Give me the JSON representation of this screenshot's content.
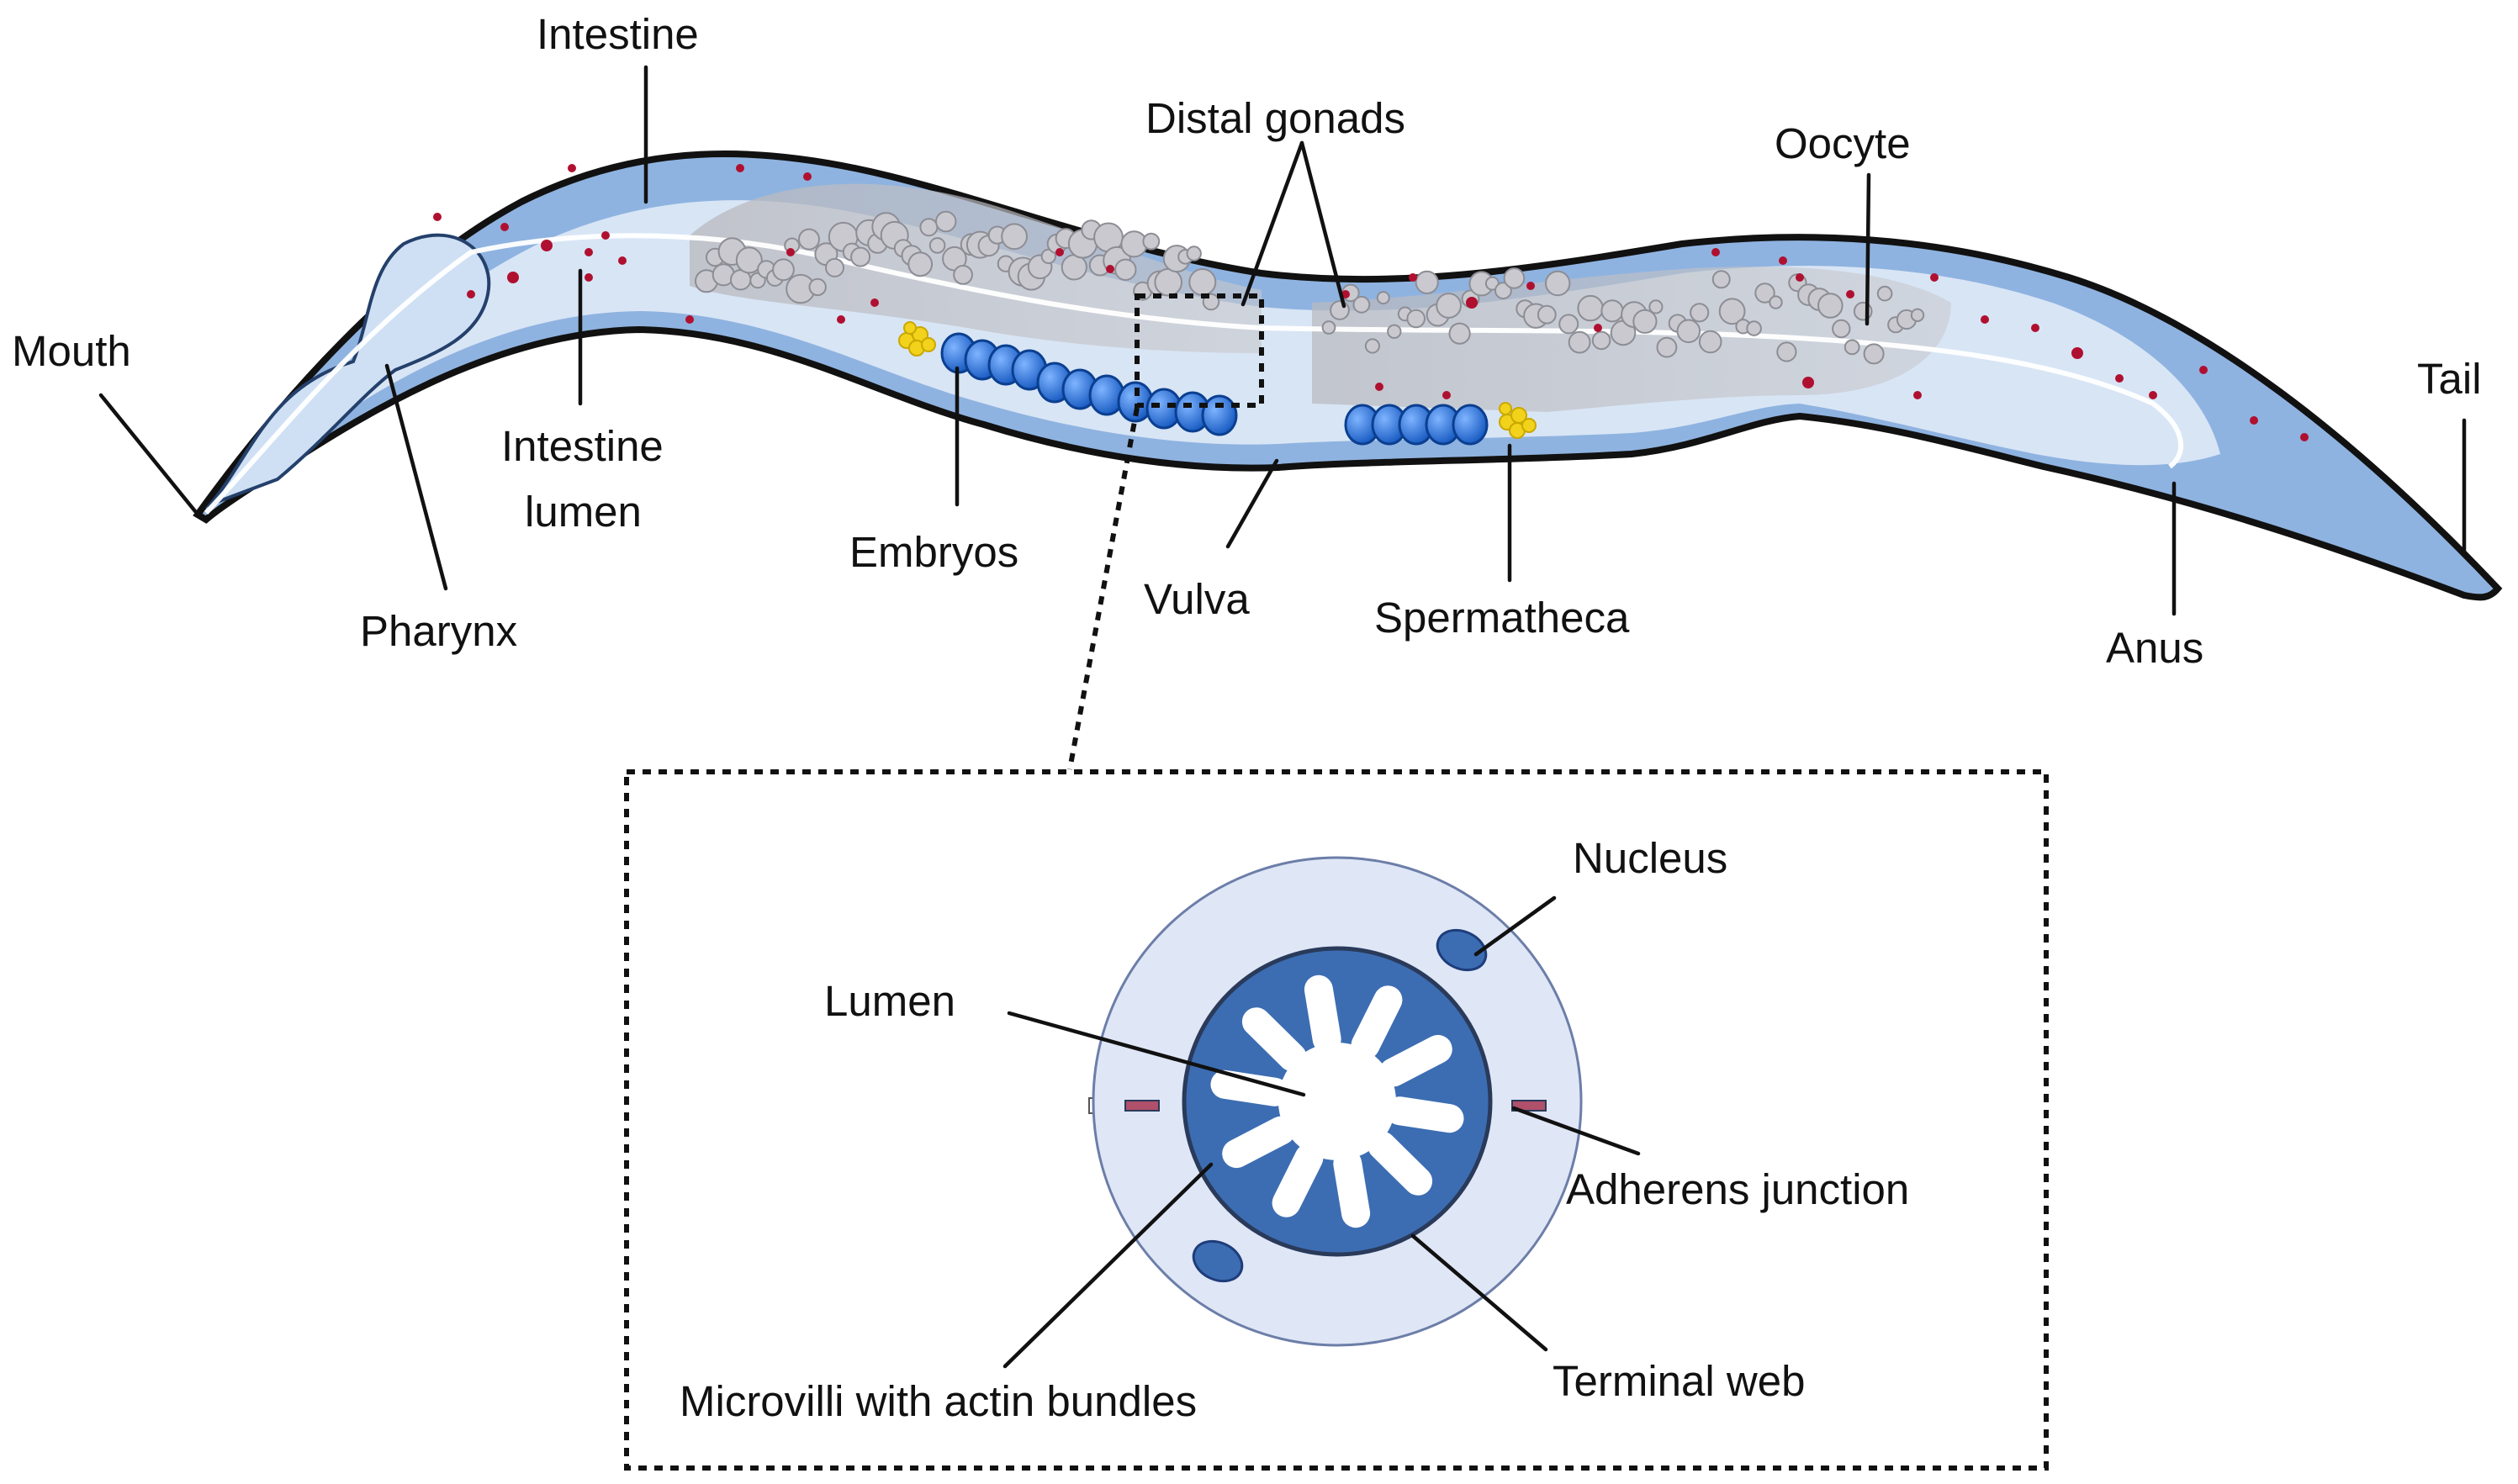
{
  "labels": {
    "intestine": "Intestine",
    "distal_gonads": "Distal gonads",
    "oocyte": "Oocyte",
    "mouth": "Mouth",
    "tail": "Tail",
    "intestine_lumen_1": "Intestine",
    "intestine_lumen_2": "lumen",
    "pharynx": "Pharynx",
    "embryos": "Embryos",
    "vulva": "Vulva",
    "spermatheca": "Spermatheca",
    "anus": "Anus",
    "nucleus": "Nucleus",
    "lumen": "Lumen",
    "adherens_junction": "Adherens junction",
    "microvilli": "Microvilli with actin bundles",
    "terminal_web": "Terminal web"
  },
  "colors": {
    "body_outer": "#8fb3e0",
    "body_inner": "#dce8f6",
    "gonad": "#b4b4b8",
    "embryo": "#1f6fd1",
    "granule": "#b01030",
    "sperm": "#f2d21a",
    "cell_ring": "#dfe6f6",
    "villi": "#3c6db2"
  }
}
